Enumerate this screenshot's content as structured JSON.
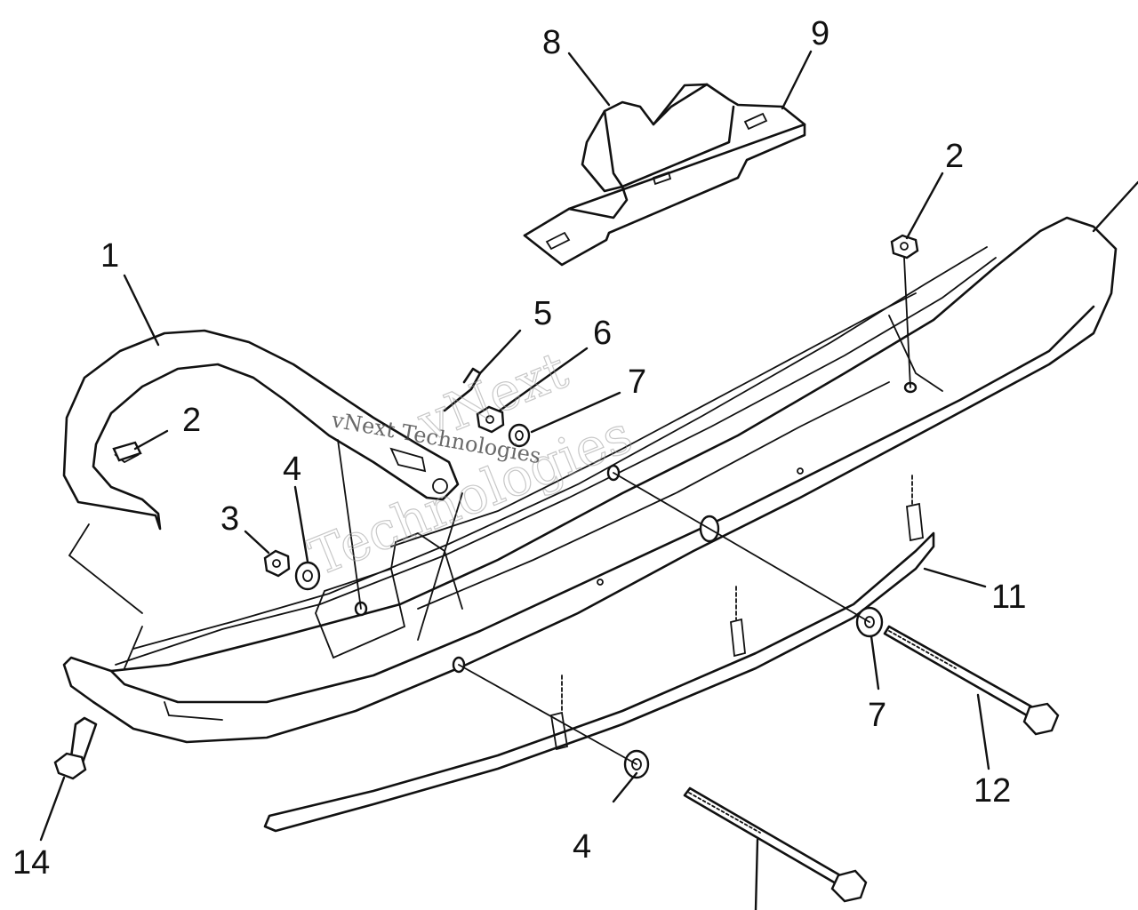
{
  "diagram": {
    "callouts": [
      {
        "id": "c1",
        "label": "1"
      },
      {
        "id": "c2a",
        "label": "2"
      },
      {
        "id": "c2b",
        "label": "2"
      },
      {
        "id": "c3",
        "label": "3"
      },
      {
        "id": "c4a",
        "label": "4"
      },
      {
        "id": "c4b",
        "label": "4"
      },
      {
        "id": "c5",
        "label": "5"
      },
      {
        "id": "c6",
        "label": "6"
      },
      {
        "id": "c7a",
        "label": "7"
      },
      {
        "id": "c7b",
        "label": "7"
      },
      {
        "id": "c8",
        "label": "8"
      },
      {
        "id": "c9",
        "label": "9"
      },
      {
        "id": "c11",
        "label": "11"
      },
      {
        "id": "c12",
        "label": "12"
      },
      {
        "id": "c14",
        "label": "14"
      }
    ],
    "watermark": {
      "line1": "vNext",
      "line2": "Technologies",
      "small": "vNext Technologies"
    }
  }
}
